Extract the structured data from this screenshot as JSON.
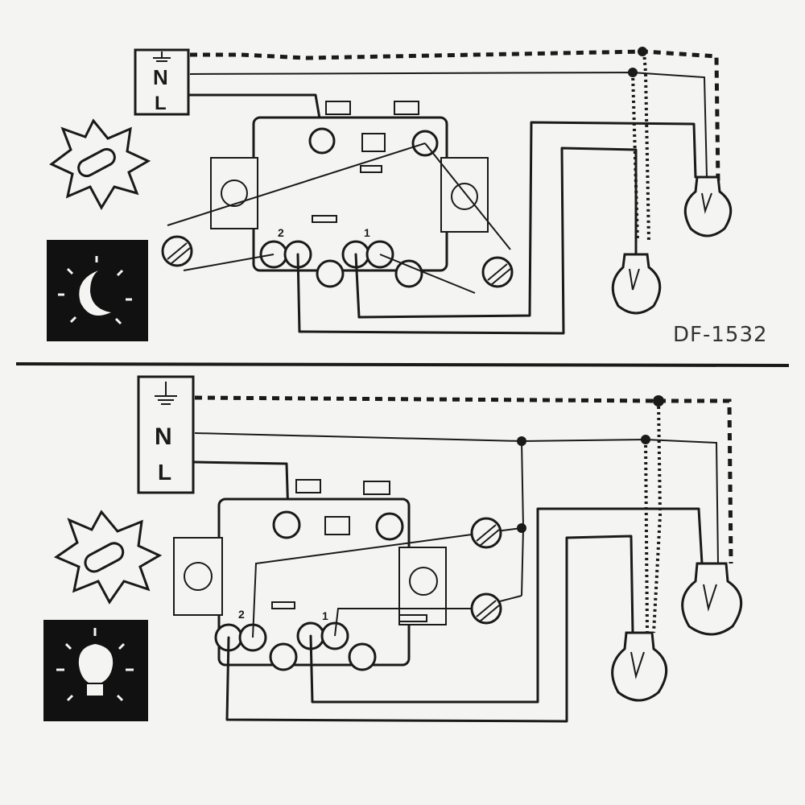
{
  "model_code": "DF-1532",
  "top_panel": {
    "supply_labels": {
      "neutral": "N",
      "live": "L"
    },
    "terminal_labels": {
      "left": "2",
      "right": "1"
    },
    "mode_icons": [
      "sun-icon",
      "moon-icon"
    ]
  },
  "bottom_panel": {
    "supply_labels": {
      "neutral": "N",
      "live": "L"
    },
    "terminal_labels": {
      "left": "2",
      "right": "1"
    },
    "mode_icons": [
      "sun-icon",
      "bulb-icon"
    ]
  },
  "colors": {
    "ink": "#1a1a1a",
    "paper": "#f4f4f2"
  }
}
